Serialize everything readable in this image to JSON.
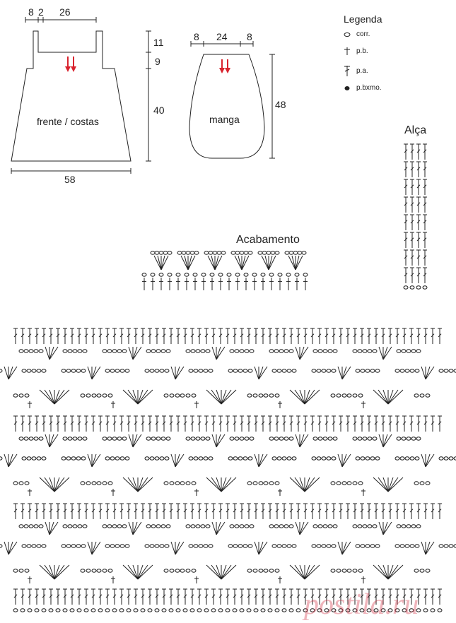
{
  "front": {
    "top_left": "8",
    "gap": "2",
    "top_width": "26",
    "h1": "11",
    "h2": "9",
    "h3": "40",
    "bottom": "58",
    "label": "frente / costas"
  },
  "sleeve": {
    "left": "8",
    "center": "24",
    "right": "8",
    "height": "48",
    "label": "manga"
  },
  "legend": {
    "title": "Legenda",
    "items": [
      {
        "icon": "chain-oval-icon",
        "label": "corr."
      },
      {
        "icon": "single-crochet-icon",
        "label": "p.b."
      },
      {
        "icon": "double-crochet-icon",
        "label": "p.a."
      },
      {
        "icon": "slip-stitch-icon",
        "label": "p.bxmo."
      }
    ]
  },
  "strap": {
    "title": "Alça"
  },
  "finish": {
    "title": "Acabamento"
  },
  "watermark": "postila.ru",
  "colors": {
    "line": "#222222",
    "arrow": "#d9232e",
    "watermark": "#d2283c"
  }
}
